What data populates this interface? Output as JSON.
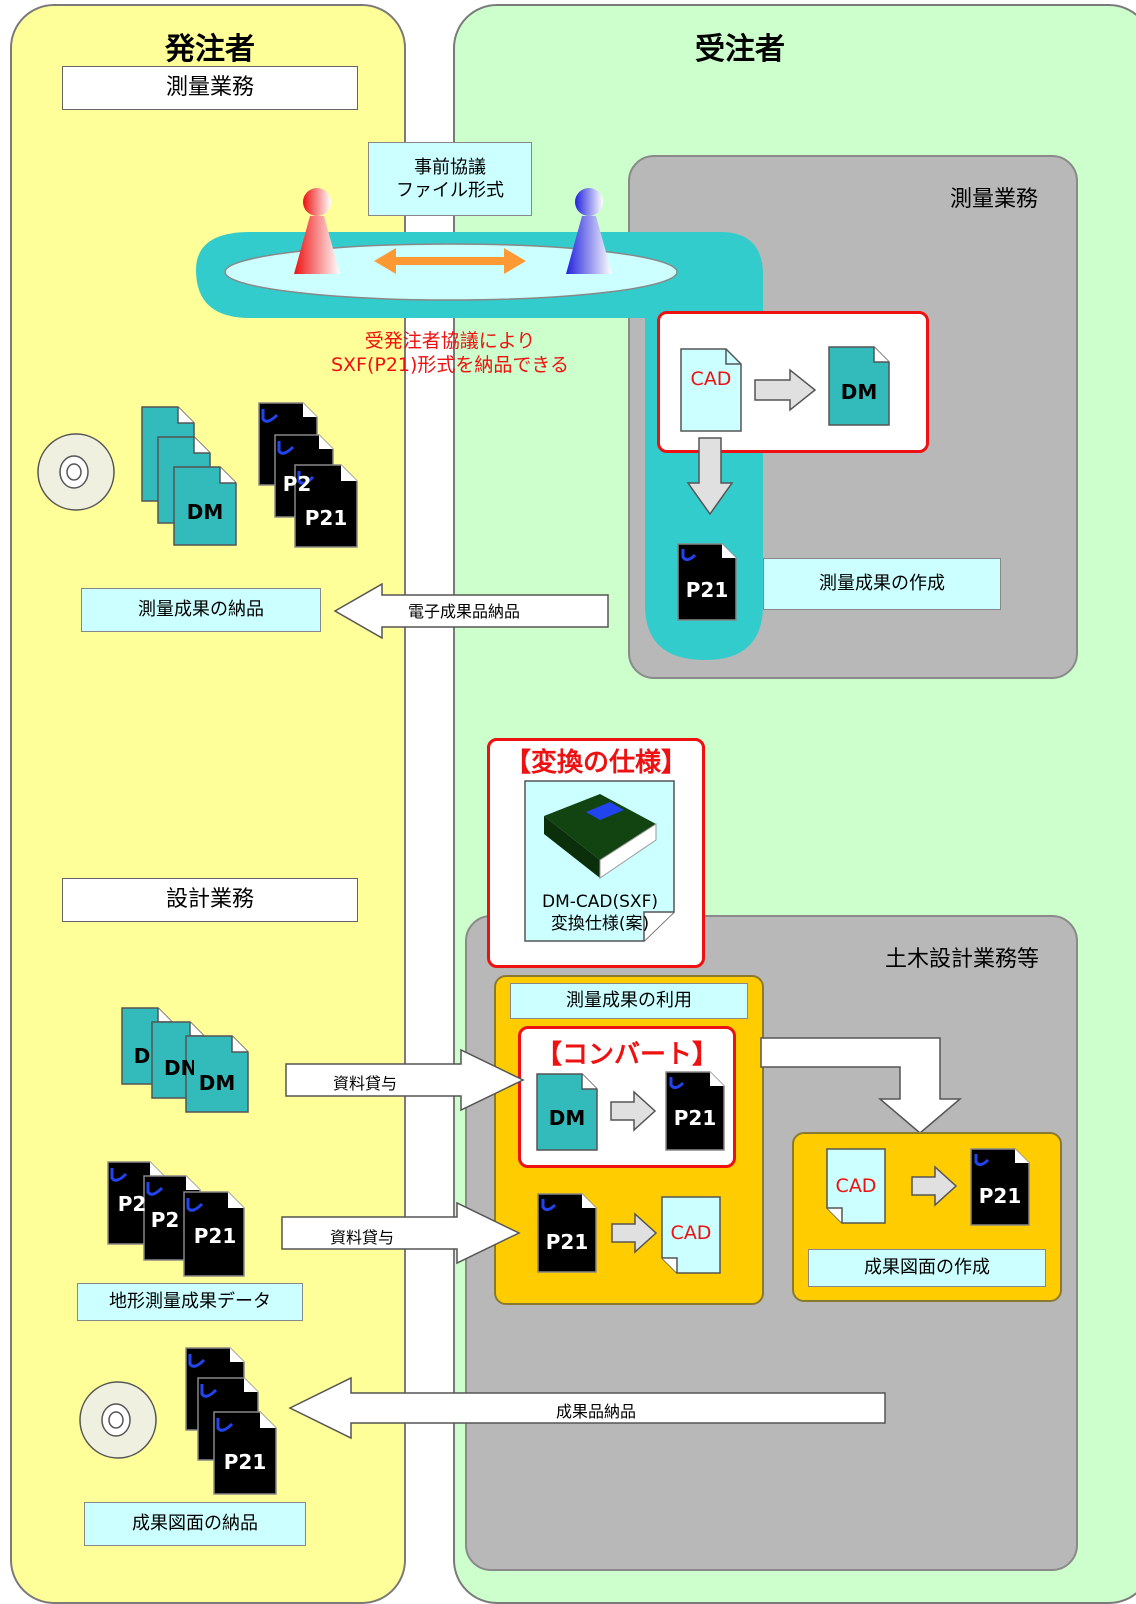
{
  "lanes": {
    "client": {
      "title": "発注者"
    },
    "contractor": {
      "title": "受注者"
    }
  },
  "client": {
    "survey_work_label": "測量業務",
    "design_work_label": "設計業務",
    "survey_delivery_label": "測量成果の納品",
    "terrain_data_label": "地形測量成果データ",
    "drawing_delivery_label": "成果図面の納品"
  },
  "consultation": {
    "box_line1": "事前協議",
    "box_line2": "ファイル形式",
    "note_line1": "受発注者協議により",
    "note_line2": "SXF(P21)形式を納品できる"
  },
  "survey_panel": {
    "title": "測量業務",
    "result_creation_label": "測量成果の作成"
  },
  "spec": {
    "title": "【変換の仕様】",
    "doc_line1": "DM-CAD(SXF)",
    "doc_line2": "変換仕様(案)"
  },
  "design_panel": {
    "title": "土木設計業務等",
    "use_label": "測量成果の利用",
    "convert_title": "【コンバート】",
    "drawing_creation_label": "成果図面の作成"
  },
  "arrows": {
    "electronic_delivery": "電子成果品納品",
    "loan1": "資料貸与",
    "loan2": "資料貸与",
    "delivery": "成果品納品"
  },
  "docs": {
    "cad": "CAD",
    "dm": "DM",
    "p21": "P21",
    "dm_partial": "D",
    "dm_partial2": "DN",
    "p21_partial": "P2"
  },
  "colors": {
    "client_lane": "#ffff99",
    "contractor_lane": "#ccffcc",
    "teal": "#33cccc",
    "grey_panel": "#b8b8b8",
    "gold": "#ffcc00",
    "red": "#ee1111",
    "orange_arrow": "#ff9933"
  }
}
